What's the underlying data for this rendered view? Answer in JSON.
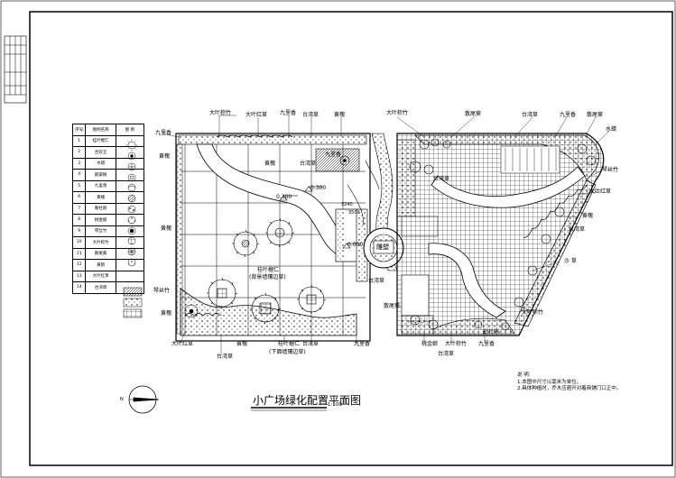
{
  "drawing": {
    "title": "小广场绿化配置平面图",
    "scale": "1:100",
    "north_label": "N"
  },
  "legend": {
    "headers": [
      "序号",
      "图例名称",
      "图 例"
    ],
    "rows": [
      {
        "no": "1",
        "name": "桂叶榴仁"
      },
      {
        "no": "2",
        "name": "合欢王"
      },
      {
        "no": "3",
        "name": "水蜡"
      },
      {
        "no": "4",
        "name": "鹅掌楸"
      },
      {
        "no": "5",
        "name": "九里香"
      },
      {
        "no": "6",
        "name": "黄槐"
      },
      {
        "no": "7",
        "name": "勒杜鹃"
      },
      {
        "no": "8",
        "name": "桃金娘"
      },
      {
        "no": "9",
        "name": "琴丝竹"
      },
      {
        "no": "10",
        "name": "大叶棕竹"
      },
      {
        "no": "11",
        "name": "散尾葵"
      },
      {
        "no": "12",
        "name": "黄鹤"
      },
      {
        "no": "13",
        "name": "大叶红草"
      },
      {
        "no": "14",
        "name": "台湾草"
      }
    ]
  },
  "notes": {
    "heading": "说 明:",
    "items": [
      "1.本图中尺寸以毫米为单位。",
      "2.具体种植时，乔木应避开对着商铺门口正中。"
    ]
  },
  "labels": {
    "top_left": [
      "大叶棕竹",
      "大叶红草",
      "九里香",
      "台湾草",
      "黄槐"
    ],
    "top_right": [
      "大叶棕竹",
      "散尾葵",
      "台湾草",
      "九里香",
      "散尾葵",
      "水蜡"
    ],
    "right_side": [
      "琴丝竹",
      "大叶红草",
      "黄槐",
      "台湾草",
      "沙 草",
      "大叶棕竹",
      "勒杜鹃"
    ],
    "left_side": [
      "九里香",
      "黄槐",
      "黄槐",
      "琴丝竹",
      "黄槐"
    ],
    "bottom_left": [
      "大叶红草",
      "台湾草",
      "黄槐",
      "桂叶榴仁",
      "台湾草",
      "九里香"
    ],
    "bottom_right": [
      "桃金娘",
      "大叶棕竹",
      "台湾草",
      "九里香"
    ],
    "inner": [
      "黄槐",
      "台湾草",
      "台湾草",
      "台湾草",
      "台湾草",
      "九里香",
      "散尾葵"
    ],
    "elevations": [
      "0.300",
      "0.300",
      "0.000"
    ],
    "dims": [
      "3240",
      "3500"
    ],
    "sculpture": "雕塑",
    "callout_1": "桂叶榴仁",
    "callout_1_sub": "(背景墙镶边草)",
    "callout_2": "桂叶榴仁",
    "callout_2_sub": "(下面墙镶边草)",
    "fountain_label": "雕 塑"
  }
}
